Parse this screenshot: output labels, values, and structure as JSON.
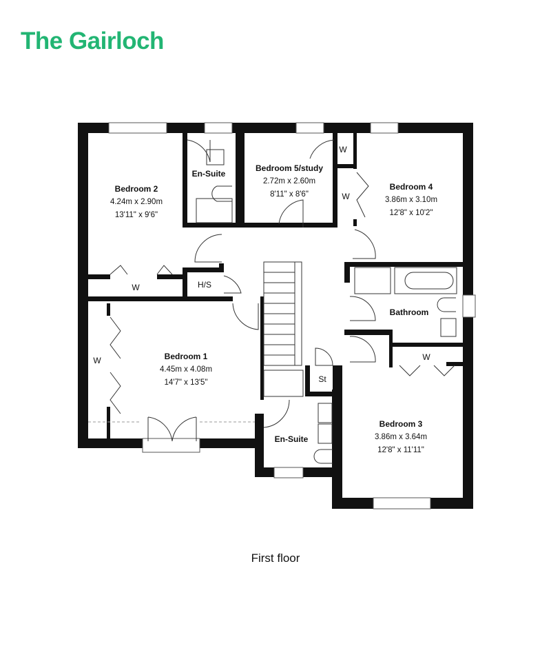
{
  "title": "The Gairloch",
  "brand_color": "#22b573",
  "floor_label": "First floor",
  "rooms": [
    {
      "name": "Bedroom 2",
      "metric": "4.24m x 2.90m",
      "imperial": "13'11\" x 9'6\""
    },
    {
      "name": "En-Suite"
    },
    {
      "name": "Bedroom 5/study",
      "metric": "2.72m x 2.60m",
      "imperial": "8'11\" x 8'6\""
    },
    {
      "name": "Bedroom 4",
      "metric": "3.86m x 3.10m",
      "imperial": "12'8\" x 10'2\""
    },
    {
      "name": "Bathroom"
    },
    {
      "name": "Bedroom 1",
      "metric": "4.45m x 4.08m",
      "imperial": "14'7\" x 13'5\""
    },
    {
      "name": "En-Suite"
    },
    {
      "name": "Bedroom 3",
      "metric": "3.86m x 3.64m",
      "imperial": "12'8\" x 11'11\""
    }
  ],
  "labels": {
    "wardrobe": "W",
    "hot_store": "H/S",
    "store": "St"
  }
}
